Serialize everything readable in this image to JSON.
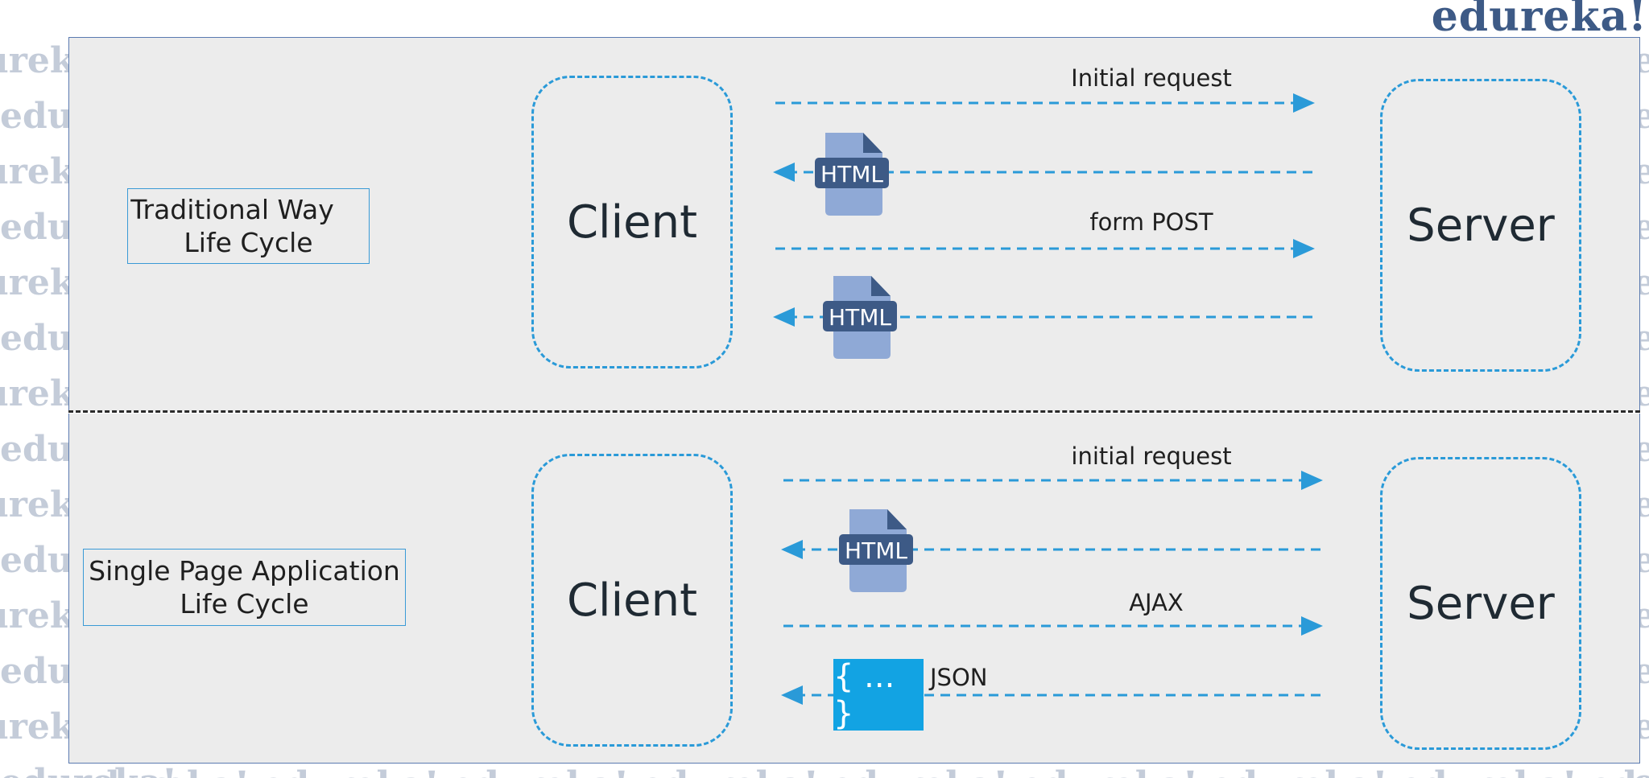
{
  "brand": "edureka!",
  "watermark": {
    "left_text": "edureka!",
    "right_text": "edureka!",
    "bottom_text": "edureka! edureka! edureka!"
  },
  "colors": {
    "dash": "#2a9ad8",
    "json_tile": "#12a3e3",
    "brand": "#3d5a86"
  },
  "traditional": {
    "label_line1": "Traditional Way",
    "label_line2": "Life Cycle",
    "client": "Client",
    "server": "Server",
    "arrows": [
      {
        "label": "Initial request",
        "direction": "to-server"
      },
      {
        "label": "",
        "direction": "to-client",
        "payload": "HTML"
      },
      {
        "label": "form POST",
        "direction": "to-server"
      },
      {
        "label": "",
        "direction": "to-client",
        "payload": "HTML"
      }
    ]
  },
  "spa": {
    "label_line1": "Single Page Application",
    "label_line2": "Life Cycle",
    "client": "Client",
    "server": "Server",
    "arrows": [
      {
        "label": "initial request",
        "direction": "to-server"
      },
      {
        "label": "",
        "direction": "to-client",
        "payload": "HTML"
      },
      {
        "label": "AJAX",
        "direction": "to-server"
      },
      {
        "label": "JSON",
        "direction": "to-client",
        "payload": "{ ... }"
      }
    ]
  },
  "icons": {
    "html_file": "html-file-icon",
    "json": "json-braces-icon"
  }
}
